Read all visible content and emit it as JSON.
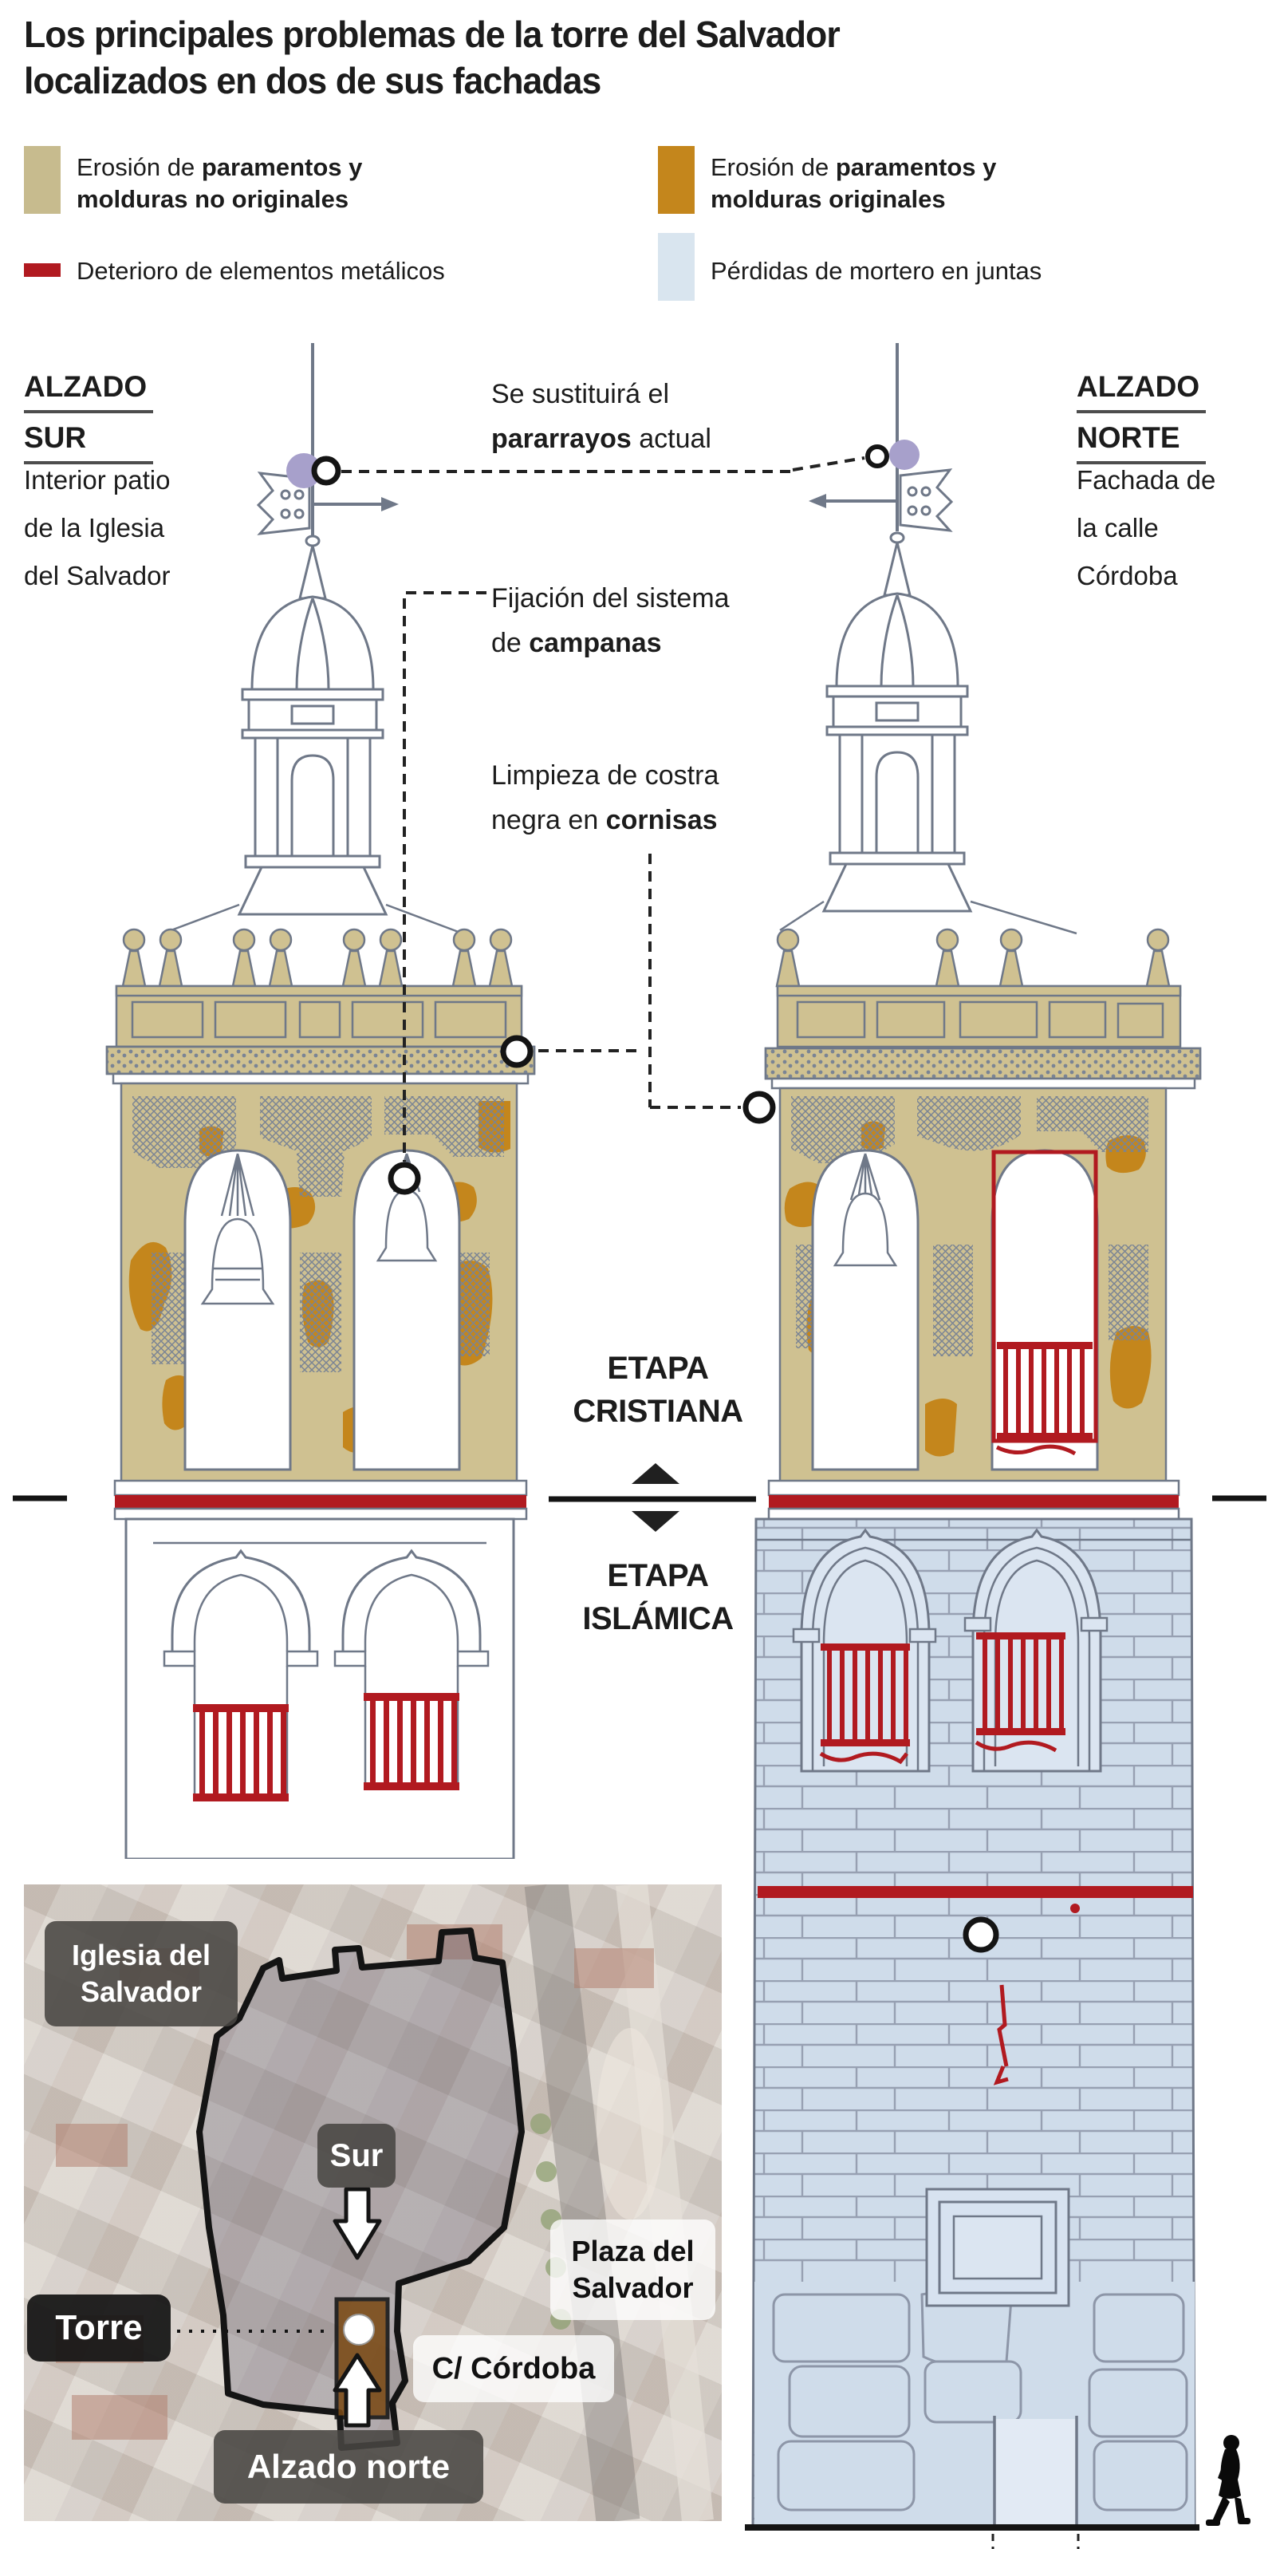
{
  "title": {
    "line1": "Los principales problemas de la torre del Salvador",
    "line2": "localizados en dos de sus fachadas"
  },
  "legend": {
    "items": [
      {
        "id": "erosion-no-originales",
        "swatch_color": "#c7bb8e",
        "prefix": "Erosión de ",
        "bold": "paramentos y molduras no originales"
      },
      {
        "id": "erosion-originales",
        "swatch_color": "#c4861c",
        "prefix": "Erosión de ",
        "bold": "paramentos y molduras originales"
      },
      {
        "id": "elementos-metalicos",
        "swatch_color": "#b11a20",
        "prefix": "Deterioro de elementos metálicos",
        "bold": ""
      },
      {
        "id": "mortero-juntas",
        "swatch_color": "#d9e5ef",
        "prefix": "Pérdidas de mortero en juntas",
        "bold": ""
      }
    ]
  },
  "elevations": {
    "sur": {
      "heading1": "ALZADO",
      "heading2": "SUR",
      "sub1": "Interior patio",
      "sub2": "de la Iglesia",
      "sub3": "del Salvador"
    },
    "norte": {
      "heading1": "ALZADO",
      "heading2": "NORTE",
      "sub1": "Fachada de",
      "sub2": "la calle",
      "sub3": "Córdoba"
    }
  },
  "annotations": {
    "pararrayos": {
      "line1": "Se sustituirá el",
      "line2_bold": "pararrayos",
      "line2_rest": " actual"
    },
    "campanas": {
      "line1": "Fijación del sistema",
      "line2_pre": "de ",
      "line2_bold": "campanas"
    },
    "cornisas": {
      "line1": "Limpieza de costra",
      "line2_pre": "negra en ",
      "line2_bold": "cornisas"
    }
  },
  "stages": {
    "cristiana_line1": "ETAPA",
    "cristiana_line2": "CRISTIANA",
    "islamica_line1": "ETAPA",
    "islamica_line2": "ISLÁMICA"
  },
  "map": {
    "labels": {
      "iglesia_line1": "Iglesia del",
      "iglesia_line2": "Salvador",
      "plaza_line1": "Plaza del",
      "plaza_line2": "Salvador",
      "sur": "Sur",
      "torre": "Torre",
      "calle": "C/ Córdoba",
      "alzado_norte": "Alzado norte"
    }
  },
  "icons": {
    "callout_marker": "white-circle-marker",
    "up_triangle": "up-triangle",
    "down_triangle": "down-triangle",
    "weather_vane": "weather-vane",
    "north_arrow": "up-arrow",
    "south_arrow": "down-arrow",
    "pedestrian": "walking-person-silhouette"
  },
  "colors": {
    "tan": "#cfc191",
    "ochre": "#c4861c",
    "red": "#b11a20",
    "mortar_blue": "#cfdcea",
    "legend_blue": "#d9e5ef",
    "purple": "#a7a0cb",
    "line_gray": "#6f7888",
    "text": "#1c1c1c"
  }
}
